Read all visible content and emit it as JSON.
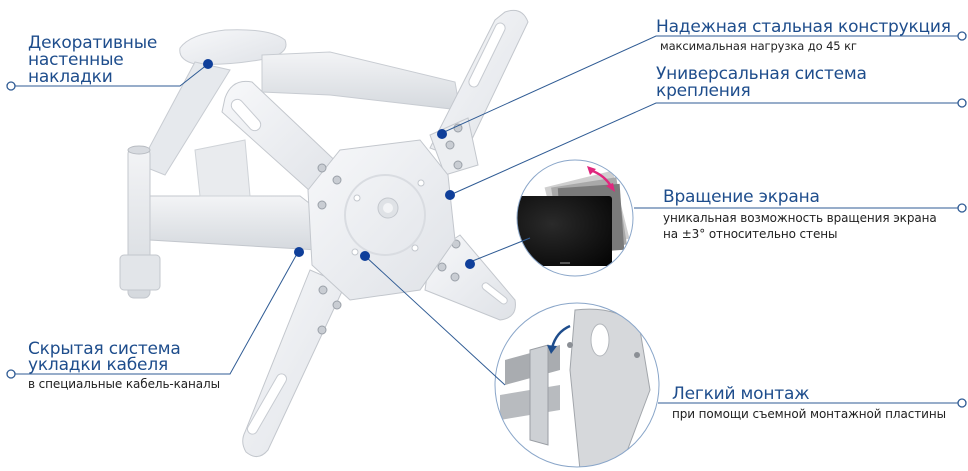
{
  "colors": {
    "accent_blue": "#1e4d8c",
    "line_blue": "#2f5b94",
    "dot_blue": "#0f3f9a",
    "arrow_magenta": "#e0287e",
    "bracket_white": "#eef0f3",
    "bracket_shadow": "#c9cdd3"
  },
  "callouts": {
    "decor": {
      "title_line1": "Декоративные",
      "title_line2": "настенные",
      "title_line3": "накладки",
      "icon": "circle-marker-icon"
    },
    "steel": {
      "title": "Надежная стальная конструкция",
      "subtitle": "максимальная нагрузка до 45 кг",
      "icon": "circle-marker-icon"
    },
    "universal": {
      "title_line1": "Универсальная система",
      "title_line2": "крепления",
      "icon": "circle-marker-icon"
    },
    "rotation": {
      "title": "Вращение экрана",
      "subtitle_line1": "уникальная возможность вращения экрана",
      "subtitle_line2": "на ±3° относительно стены",
      "icon": "circle-marker-icon"
    },
    "cable": {
      "title_line1": "Скрытая система",
      "title_line2": "укладки кабеля",
      "subtitle": "в специальные кабель-каналы",
      "icon": "circle-marker-icon"
    },
    "mount": {
      "title": "Легкий монтаж",
      "subtitle": "при помощи съемной монтажной пластины",
      "icon": "circle-marker-icon"
    }
  },
  "insets": {
    "rotation_image": "tv-rotation-inset",
    "mount_image": "mounting-plate-inset"
  }
}
